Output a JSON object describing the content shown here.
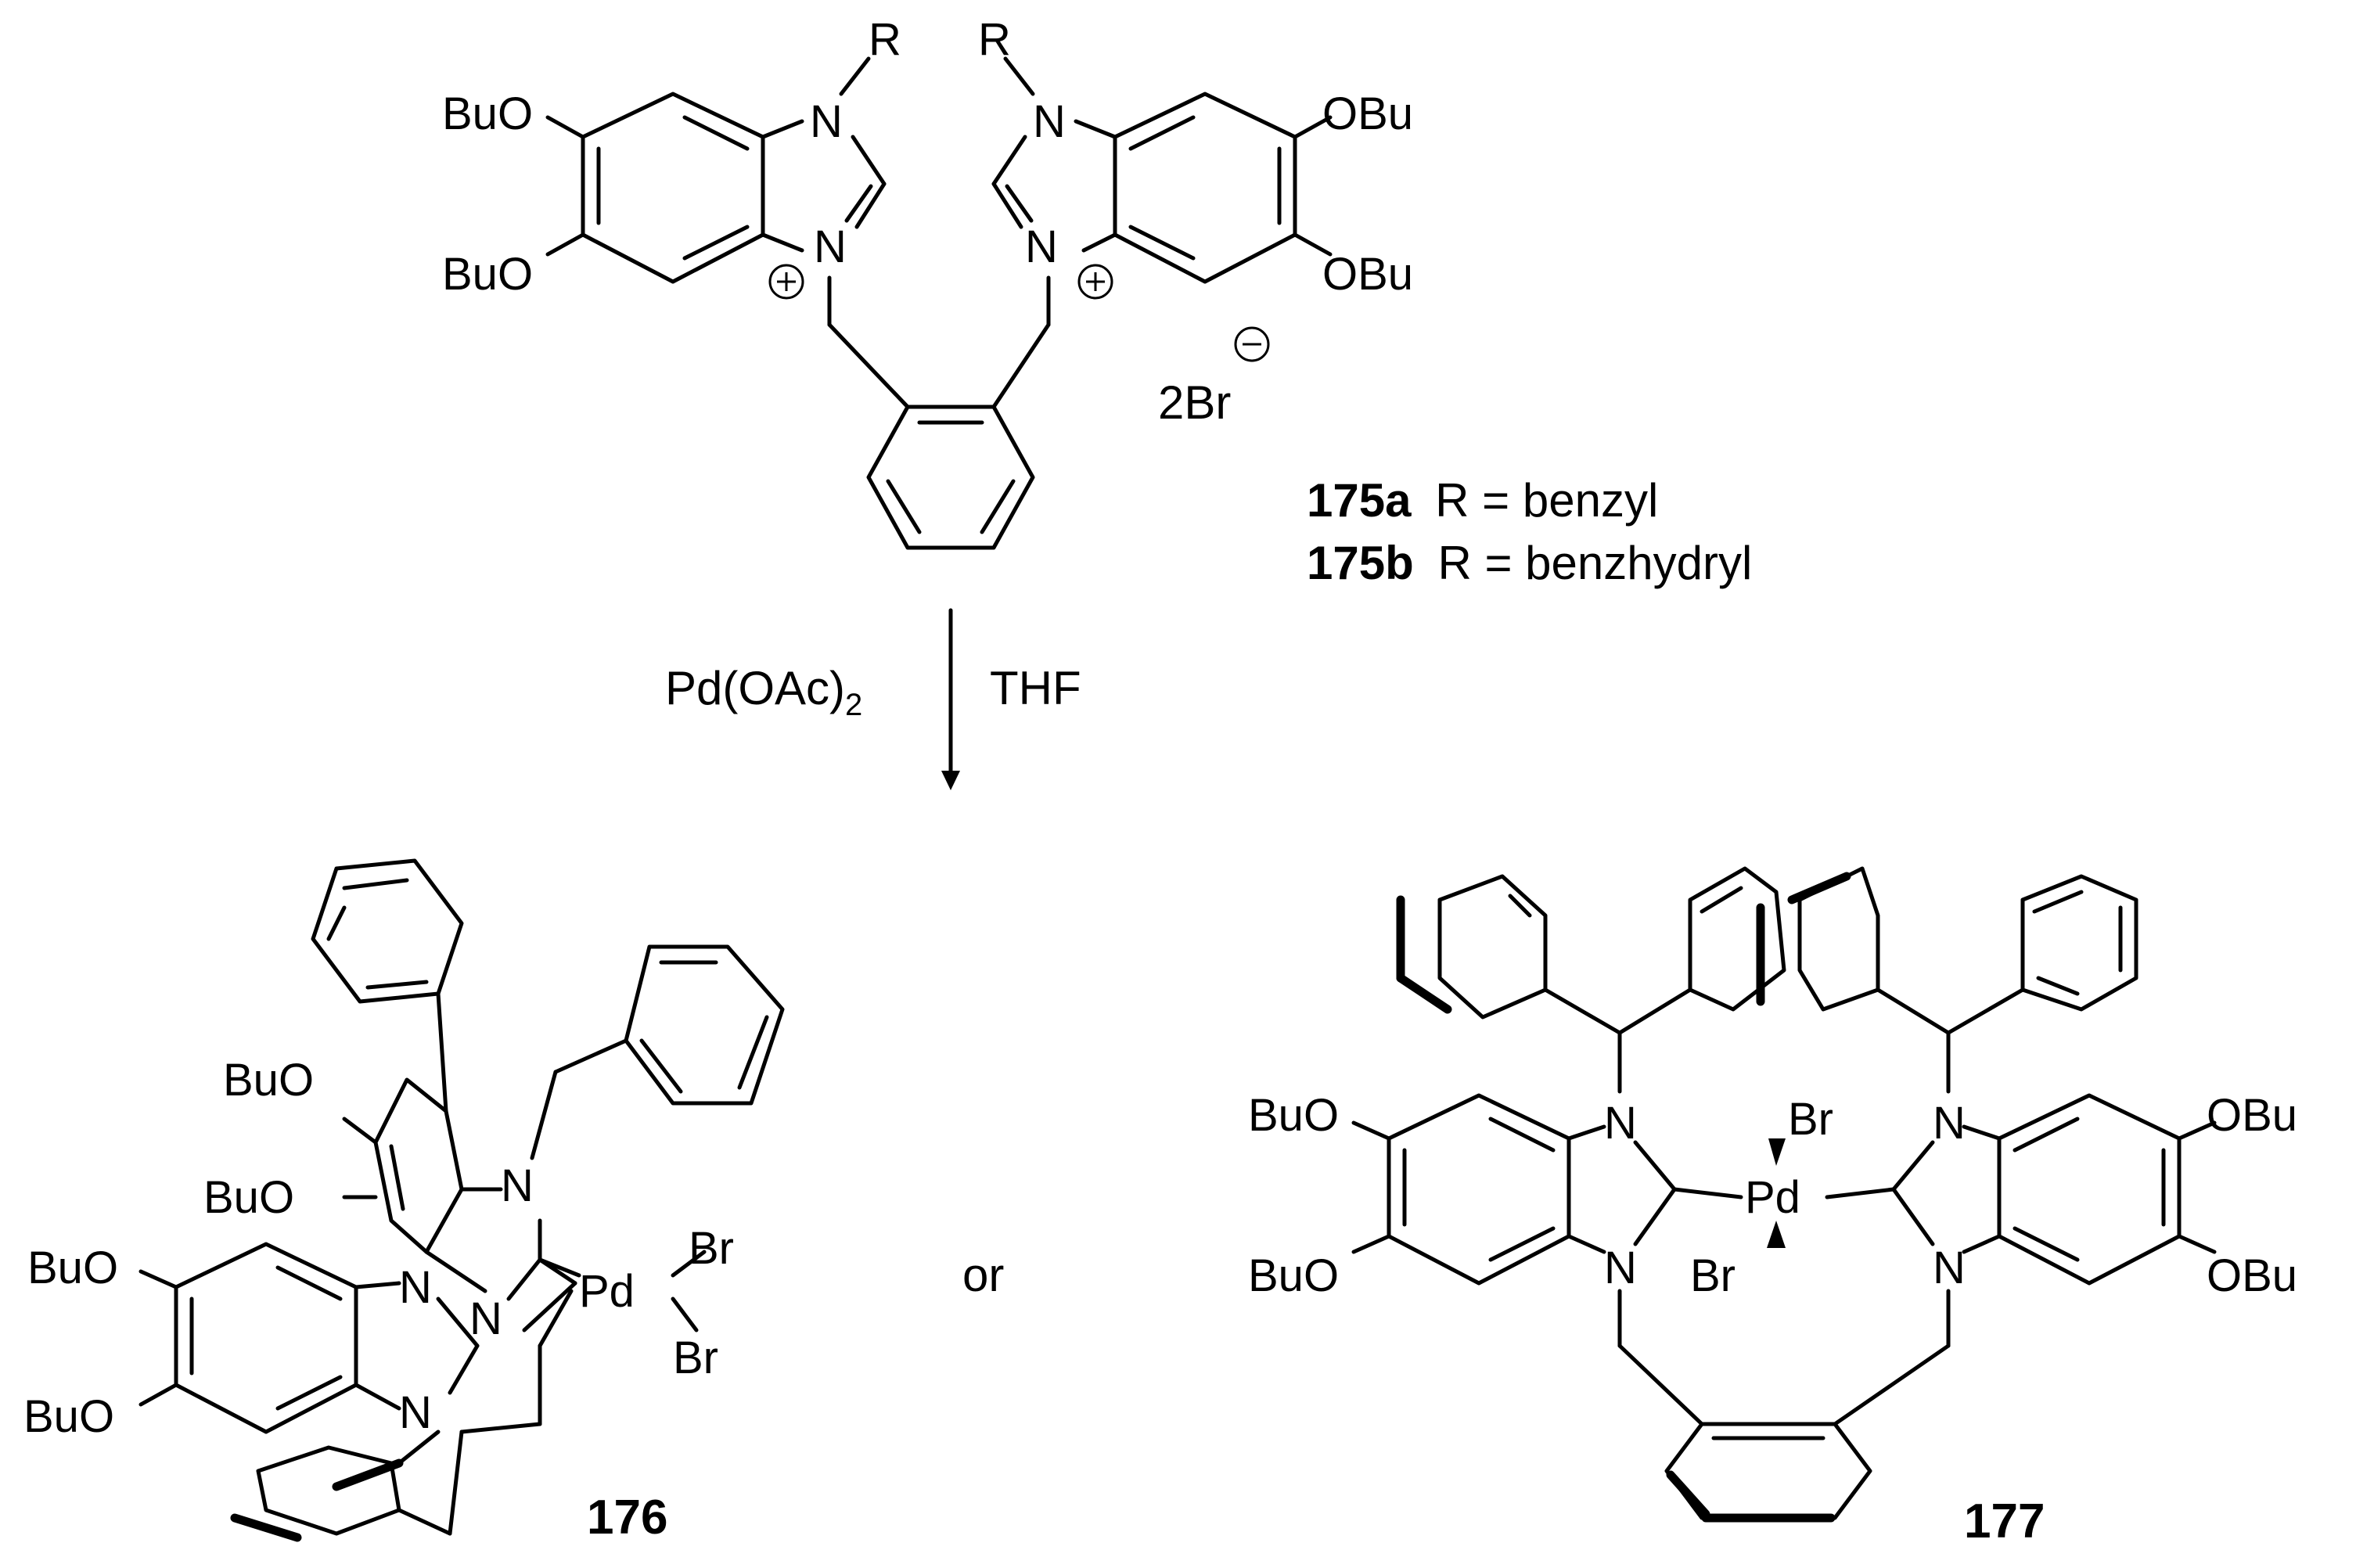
{
  "reactant": {
    "r_left": "R",
    "r_right": "R",
    "obu_left_top": "BuO",
    "obu_left_bot": "BuO",
    "obu_right_top": "OBu",
    "obu_right_bot": "OBu",
    "n": "N",
    "counterion": "2Br",
    "caption_a_id": "175a",
    "caption_a_text": "R = benzyl",
    "caption_b_id": "175b",
    "caption_b_text": "R = benzhydryl"
  },
  "reaction": {
    "reagent": "Pd(OAc)",
    "reagent_sub": "2",
    "solvent": "THF"
  },
  "product_176": {
    "label": "176",
    "obu": "BuO",
    "n": "N",
    "pd": "Pd",
    "br": "Br"
  },
  "or_text": "or",
  "product_177": {
    "label": "177",
    "obu_left": "BuO",
    "obu_right": "OBu",
    "n": "N",
    "pd": "Pd",
    "br": "Br"
  }
}
